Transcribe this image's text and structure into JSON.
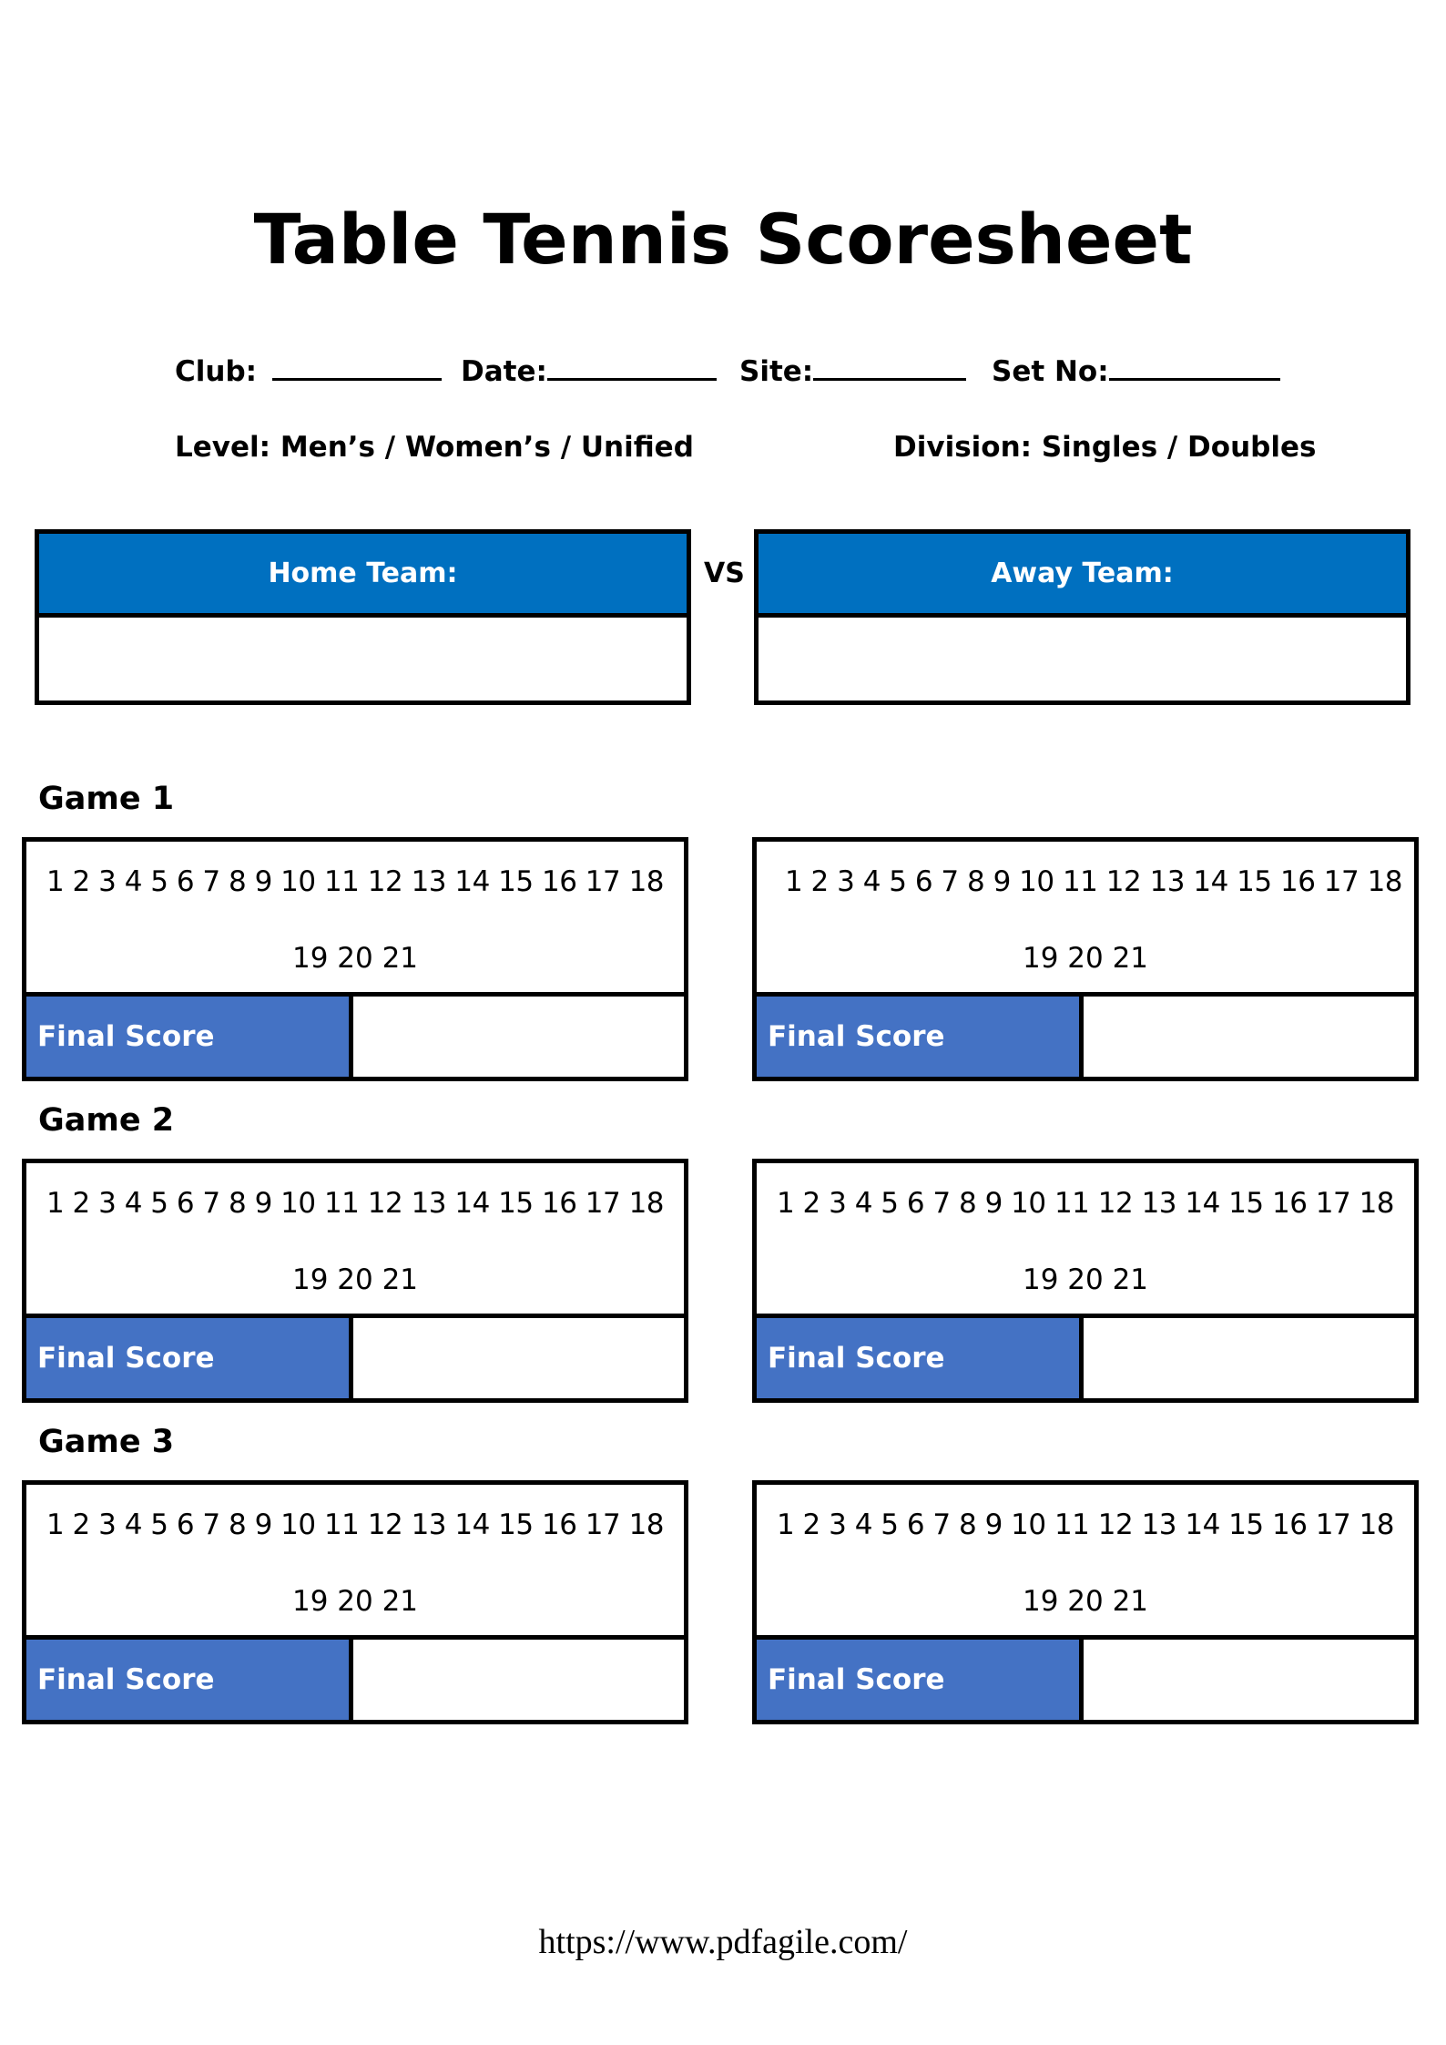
{
  "title": "Table Tennis Scoresheet",
  "info": {
    "club_label": "Club:",
    "date_label": "Date:",
    "site_label": "Site:",
    "set_label": "Set No:",
    "level": "Level: Men’s / Women’s / Unified",
    "division": "Division: Singles / Doubles"
  },
  "teams": {
    "home_label": "Home Team:",
    "vs": "VS",
    "away_label": "Away Team:"
  },
  "games": [
    {
      "label": "Game 1",
      "home": {
        "points_row1": "1 2 3 4 5 6 7 8 9 10 11 12 13 14 15 16 17 18",
        "points_row2": "19 20 21",
        "final_label": "Final Score"
      },
      "away": {
        "points_row1": "1 2 3 4 5 6 7 8 9 10 11 12 13 14 15 16 17 18",
        "points_row2": "19 20 21",
        "final_label": "Final Score"
      }
    },
    {
      "label": "Game 2",
      "home": {
        "points_row1": "1 2 3 4 5 6 7 8 9 10 11 12 13 14 15 16 17 18",
        "points_row2": "19 20 21",
        "final_label": "Final Score"
      },
      "away": {
        "points_row1": "1 2 3 4 5 6 7 8 9 10 11 12 13 14 15 16 17 18",
        "points_row2": "19 20 21",
        "final_label": "Final Score"
      }
    },
    {
      "label": "Game 3",
      "home": {
        "points_row1": "1 2 3 4 5 6 7 8 9 10 11 12 13 14 15 16 17 18",
        "points_row2": "19 20 21",
        "final_label": "Final Score"
      },
      "away": {
        "points_row1": "1 2 3 4 5 6 7 8 9 10 11 12 13 14 15 16 17 18",
        "points_row2": "19 20 21",
        "final_label": "Final Score"
      }
    }
  ],
  "footer": "https://www.pdfagile.com/",
  "colors": {
    "team_header": "#0070c0",
    "final_score": "#4472c4"
  }
}
